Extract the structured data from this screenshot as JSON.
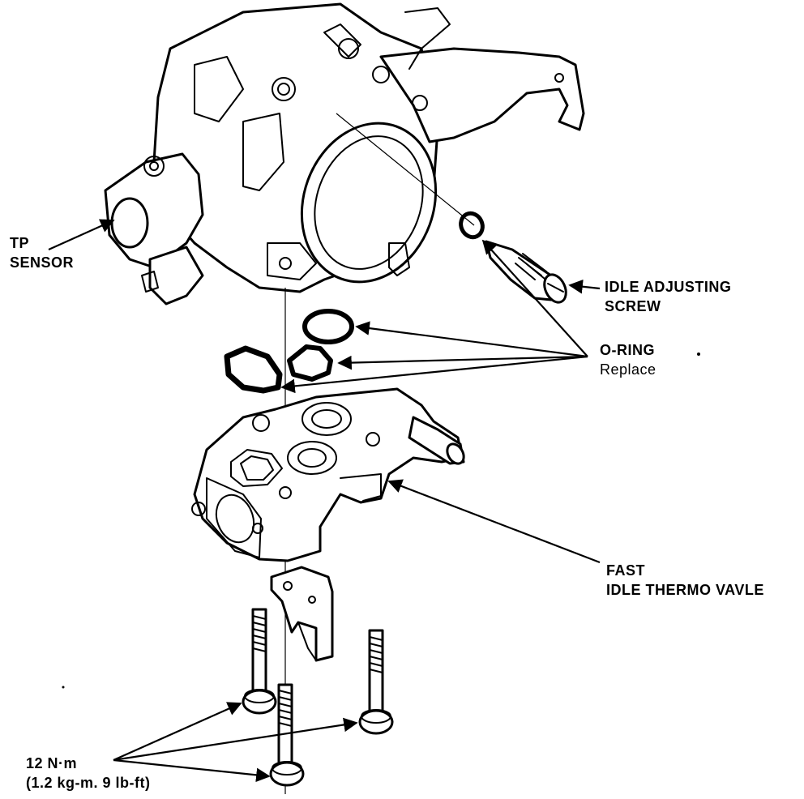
{
  "labels": {
    "tp_sensor_line1": "TP",
    "tp_sensor_line2": "SENSOR",
    "idle_screw_line1": "IDLE ADJUSTING",
    "idle_screw_line2": "SCREW",
    "oring_title": "O-RING",
    "oring_note": "Replace",
    "fast_idle_line1": "FAST",
    "fast_idle_line2": "IDLE THERMO VAVLE",
    "torque_line1": "12 N·m",
    "torque_line2": "(1.2 kg-m. 9 lb-ft)"
  },
  "colors": {
    "ink": "#000000",
    "paper": "#ffffff"
  }
}
